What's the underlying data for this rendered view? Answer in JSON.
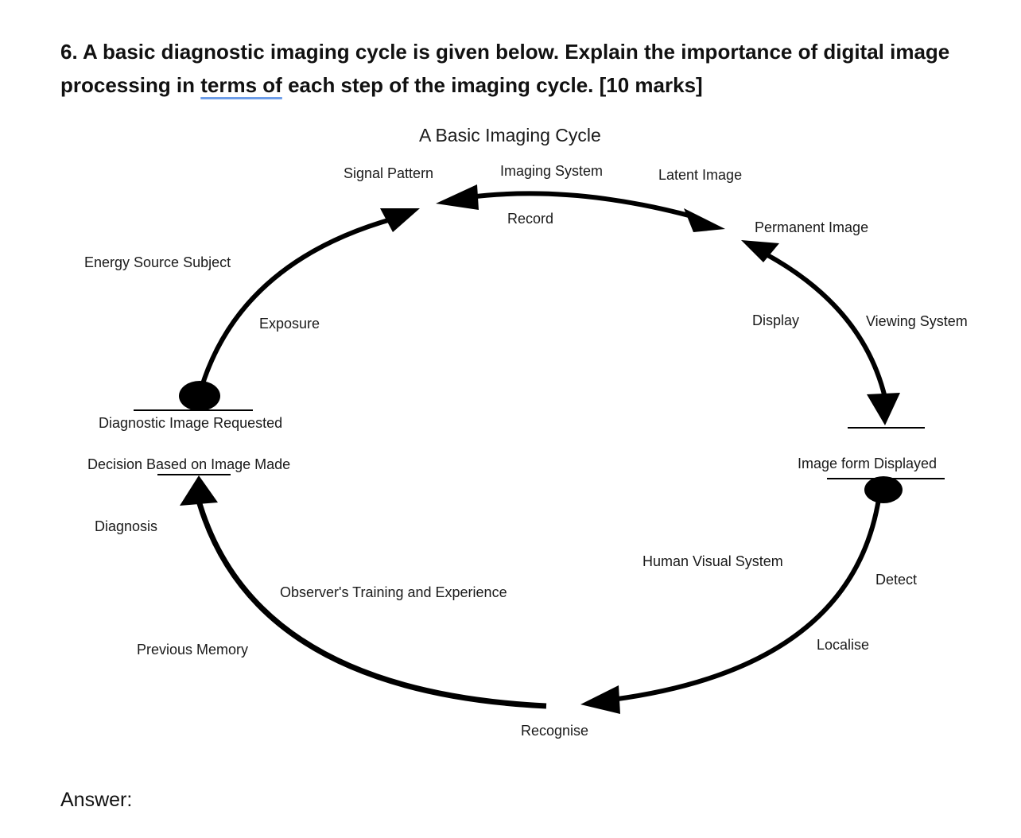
{
  "question": {
    "number_and_start": "6. A basic diagnostic imaging cycle is given below. Explain the importance of digital image processing in ",
    "underlined_phrase": "terms of",
    "end": " each step of the imaging cycle. [10 marks]"
  },
  "diagram": {
    "title": "A Basic Imaging Cycle",
    "labels": {
      "signal_pattern": "Signal Pattern",
      "imaging_system": "Imaging System",
      "latent_image": "Latent Image",
      "record": "Record",
      "permanent_image": "Permanent Image",
      "energy_source_subject": "Energy Source Subject",
      "exposure": "Exposure",
      "display": "Display",
      "viewing_system": "Viewing System",
      "diagnostic_image_requested": "Diagnostic Image Requested",
      "decision_based_on_image_made": "Decision Based on Image Made",
      "image_form_displayed": "Image form Displayed",
      "diagnosis": "Diagnosis",
      "human_visual_system": "Human Visual System",
      "detect": "Detect",
      "observers_training": "Observer's Training and Experience",
      "previous_memory": "Previous Memory",
      "localise": "Localise",
      "recognise": "Recognise"
    }
  },
  "answer_label": "Answer:",
  "colors": {
    "text": "#111111",
    "ink": "#000000",
    "underline": "#6d9de8"
  }
}
